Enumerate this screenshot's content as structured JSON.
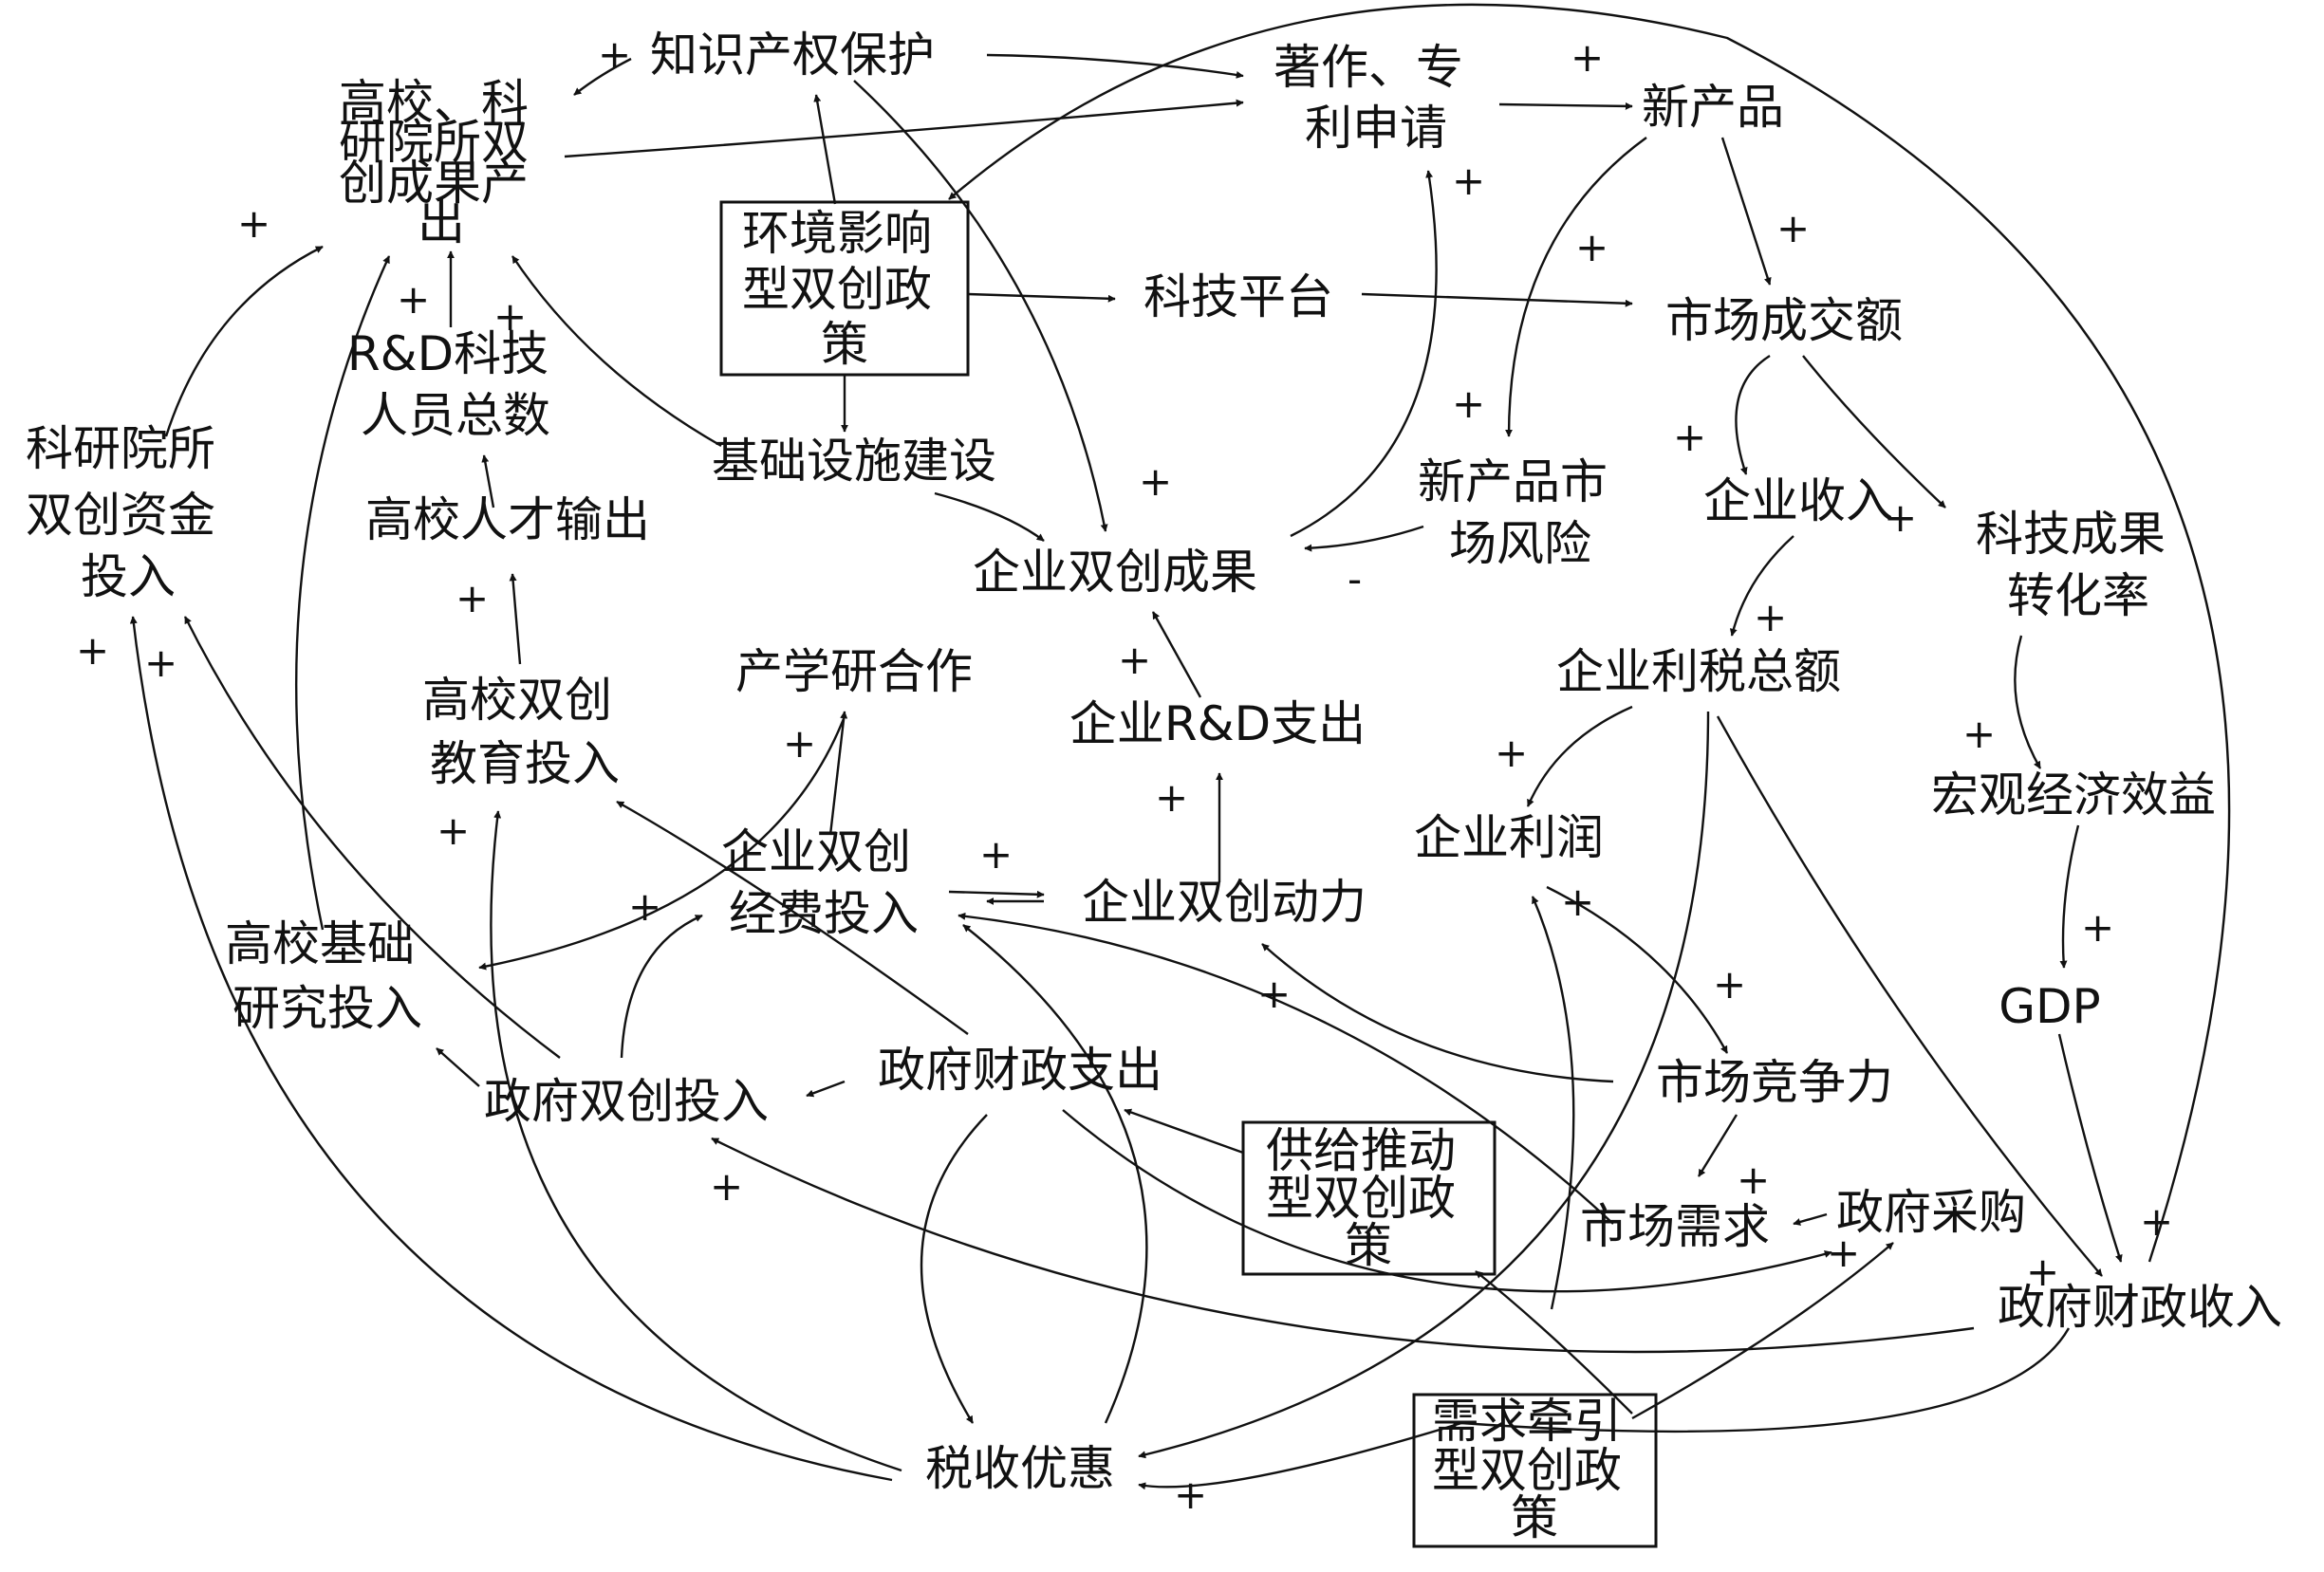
{
  "diagram": {
    "nodes": {
      "ip_protection": "知识产权保护",
      "univ_output": [
        "高校、科",
        "研院所双",
        "创成果产",
        "出"
      ],
      "patent": [
        "著作、专",
        "利申请"
      ],
      "new_product": "新产品",
      "env_policy": [
        "环境影响",
        "型双创政",
        "策"
      ],
      "tech_platform": "科技平台",
      "market_volume": "市场成交额",
      "rd_staff": [
        "R&D科技",
        "人员总数"
      ],
      "infrastructure": "基础设施建设",
      "new_product_risk": [
        "新产品市",
        "场风险"
      ],
      "enterprise_revenue": "企业收入",
      "research_fund": [
        "科研院所",
        "双创资金",
        "投入"
      ],
      "univ_talent": "高校人才输出",
      "enterprise_output": "企业双创成果",
      "tech_conversion": [
        "科技成果",
        "转化率"
      ],
      "iur_cooperation": "产学研合作",
      "enterprise_rd": "企业R&D支出",
      "enterprise_tax": "企业利税总额",
      "univ_education": [
        "高校双创",
        "教育投入"
      ],
      "macro_benefit": "宏观经济效益",
      "enterprise_profit": "企业利润",
      "enterprise_fund": [
        "企业双创",
        "经费投入"
      ],
      "enterprise_motive": "企业双创动力",
      "univ_basic": [
        "高校基础",
        "研究投入"
      ],
      "gdp": "GDP",
      "gov_investment": "政府双创投入",
      "gov_expenditure": "政府财政支出",
      "market_competitiveness": "市场竞争力",
      "supply_policy": [
        "供给推动",
        "型双创政",
        "策"
      ],
      "market_demand": "市场需求",
      "gov_procurement": "政府采购",
      "gov_revenue": "政府财政收入",
      "tax_incentive": "税收优惠",
      "demand_policy": [
        "需求牵引",
        "型双创政",
        "策"
      ]
    },
    "plus": "+",
    "minus": "-"
  }
}
